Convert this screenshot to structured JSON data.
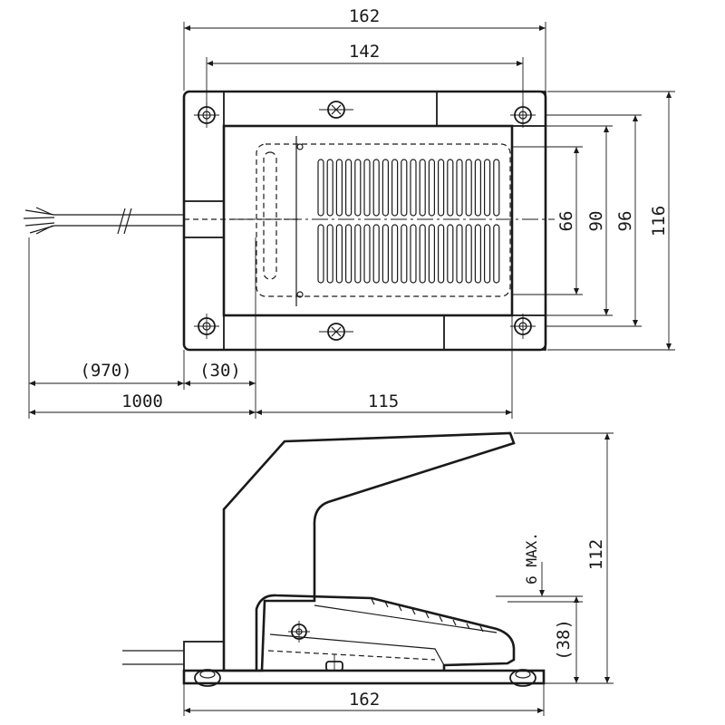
{
  "top_view": {
    "overall_width": "162",
    "hole_spacing": "142",
    "pad_height": "66",
    "inner_height": "90",
    "hole_vertical_spacing": "96",
    "overall_height": "116",
    "cable_length_free": "(970)",
    "cable_inside": "(30)",
    "cable_length": "1000",
    "pedal_length": "115"
  },
  "side_view": {
    "overall_height": "112",
    "stroke": "6 MAX.",
    "pedal_height": "(38)",
    "base_width": "162"
  }
}
